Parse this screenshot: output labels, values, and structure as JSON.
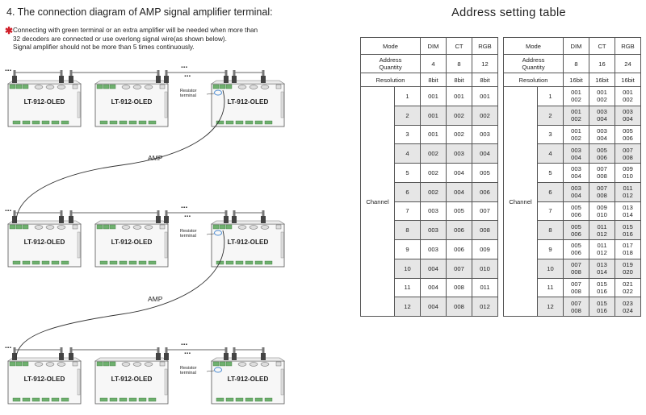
{
  "diagram": {
    "heading": "4. The connection diagram of AMP signal amplifier terminal:",
    "note_lines": [
      "Connecting with green terminal or an extra amplifier will be needed when more than",
      "32 decoders are connected or use overlong signal wire(as shown below).",
      "Signal amplifier should not be more than 5 times continuously."
    ],
    "device_label": "LT-912-OLED",
    "resistor_label_1": "Resistor",
    "resistor_label_2": "terminal",
    "amp_label": "AMP",
    "ellipsis": "..."
  },
  "address_table": {
    "title": "Address setting table",
    "left": {
      "mode_label": "Mode",
      "modes": [
        "DIM",
        "CT",
        "RGB"
      ],
      "quantity_label": "Address\nQuantity",
      "quantities": [
        "4",
        "8",
        "12"
      ],
      "resolution_label": "Resolution",
      "resolutions": [
        "8bit",
        "8bit",
        "8bit"
      ],
      "channel_label": "Channel",
      "rows": [
        [
          "1",
          "001",
          "001",
          "001"
        ],
        [
          "2",
          "001",
          "002",
          "002"
        ],
        [
          "3",
          "001",
          "002",
          "003"
        ],
        [
          "4",
          "002",
          "003",
          "004"
        ],
        [
          "5",
          "002",
          "004",
          "005"
        ],
        [
          "6",
          "002",
          "004",
          "006"
        ],
        [
          "7",
          "003",
          "005",
          "007"
        ],
        [
          "8",
          "003",
          "006",
          "008"
        ],
        [
          "9",
          "003",
          "006",
          "009"
        ],
        [
          "10",
          "004",
          "007",
          "010"
        ],
        [
          "11",
          "004",
          "008",
          "011"
        ],
        [
          "12",
          "004",
          "008",
          "012"
        ]
      ]
    },
    "right": {
      "mode_label": "Mode",
      "modes": [
        "DIM",
        "CT",
        "RGB"
      ],
      "quantity_label": "Address\nQuantity",
      "quantities": [
        "8",
        "16",
        "24"
      ],
      "resolution_label": "Resolution",
      "resolutions": [
        "16bit",
        "16bit",
        "16bit"
      ],
      "channel_label": "Channel",
      "rows": [
        [
          "1",
          "001\n002",
          "001\n002",
          "001\n002"
        ],
        [
          "2",
          "001\n002",
          "003\n004",
          "003\n004"
        ],
        [
          "3",
          "001\n002",
          "003\n004",
          "005\n006"
        ],
        [
          "4",
          "003\n004",
          "005\n006",
          "007\n008"
        ],
        [
          "5",
          "003\n004",
          "007\n008",
          "009\n010"
        ],
        [
          "6",
          "003\n004",
          "007\n008",
          "011\n012"
        ],
        [
          "7",
          "005\n006",
          "009\n010",
          "013\n014"
        ],
        [
          "8",
          "005\n006",
          "011\n012",
          "015\n016"
        ],
        [
          "9",
          "005\n006",
          "011\n012",
          "017\n018"
        ],
        [
          "10",
          "007\n008",
          "013\n014",
          "019\n020"
        ],
        [
          "11",
          "007\n008",
          "015\n016",
          "021\n022"
        ],
        [
          "12",
          "007\n008",
          "015\n016",
          "023\n024"
        ]
      ]
    }
  }
}
